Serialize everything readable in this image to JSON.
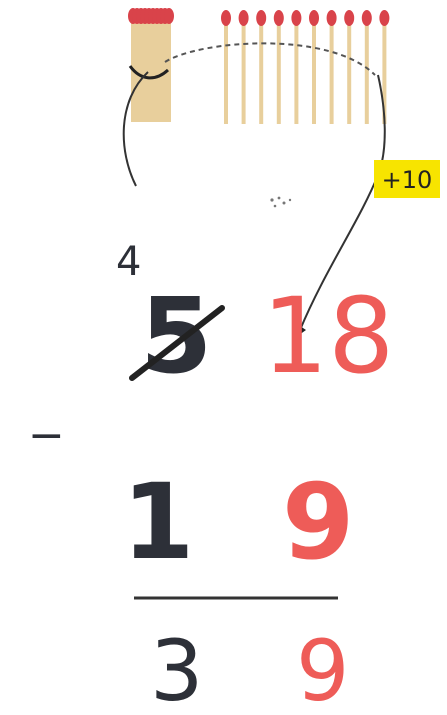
{
  "bundle": {
    "count": 10,
    "head_color": "#d9434a",
    "stick_color": "#e8cf9c"
  },
  "loose_matches": {
    "count": 10,
    "head_color": "#d9434a",
    "stick_color": "#e8cf9c"
  },
  "annotation": {
    "label": "+10",
    "highlight_color": "#f7e400"
  },
  "subtraction": {
    "operator": "−",
    "minuend": {
      "tens_crossed": "5",
      "tens_new": "4",
      "ones_new": "18"
    },
    "subtrahend": {
      "tens": "1",
      "ones": "9"
    },
    "result": {
      "tens": "3",
      "ones": "9"
    }
  },
  "colors": {
    "tens_ink": "#2d3038",
    "ones_ink": "#ee5c58",
    "line": "#333333"
  }
}
